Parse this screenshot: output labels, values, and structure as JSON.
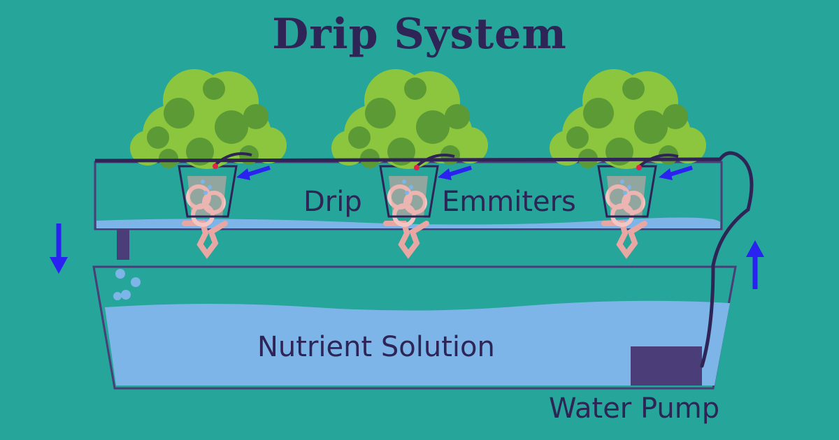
{
  "title": "Drip System",
  "labels": {
    "drip": "Drip",
    "emitters": "Emmiters",
    "nutrient_solution": "Nutrient Solution",
    "water_pump": "Water Pump"
  },
  "colors": {
    "background": "#26a59a",
    "text": "#2e2455",
    "water": "#7db5e8",
    "leaf_light": "#8cc63f",
    "leaf_dark": "#5c9a35",
    "root": "#e8a7a3",
    "arrow": "#2a22f0",
    "pump": "#4a3d78",
    "tubing": "#2e2455",
    "emitter": "#e0244a"
  },
  "icons": [
    "lettuce-plant",
    "net-pot",
    "flow-arrow-up",
    "flow-arrow-down",
    "emitter-arrow",
    "water-drop"
  ]
}
